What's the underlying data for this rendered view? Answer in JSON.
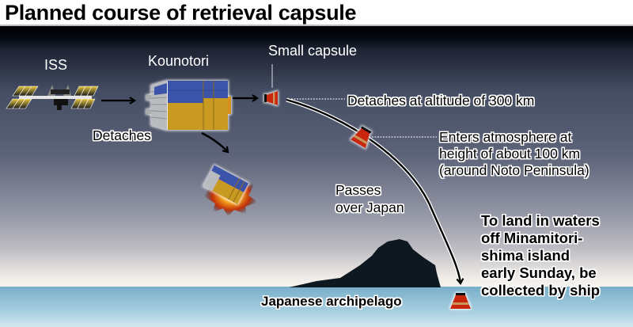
{
  "title": "Planned course of retrieval capsule",
  "labels": {
    "iss": "ISS",
    "kounotori": "Kounotori",
    "small_capsule": "Small capsule",
    "detaches": "Detaches",
    "detaches_altitude": "Detaches at altitude of 300 km",
    "enters_atmosphere": [
      "Enters atmosphere at",
      "height of about 100 km",
      "(around Noto Peninsula)"
    ],
    "passes_over": [
      "Passes",
      "over Japan"
    ],
    "landing": [
      "To land in waters",
      "off Minamitori-",
      "shima island",
      "early Sunday, be",
      "collected by ship"
    ],
    "archipelago": "Japanese archipelago"
  },
  "colors": {
    "capsule_red": "#c8260e",
    "capsule_band": "#c9955a",
    "kounotori_blue": "#3b53a8",
    "kounotori_gold": "#c99a22",
    "sea": "#7fb2cc",
    "island": "#0e1820"
  }
}
